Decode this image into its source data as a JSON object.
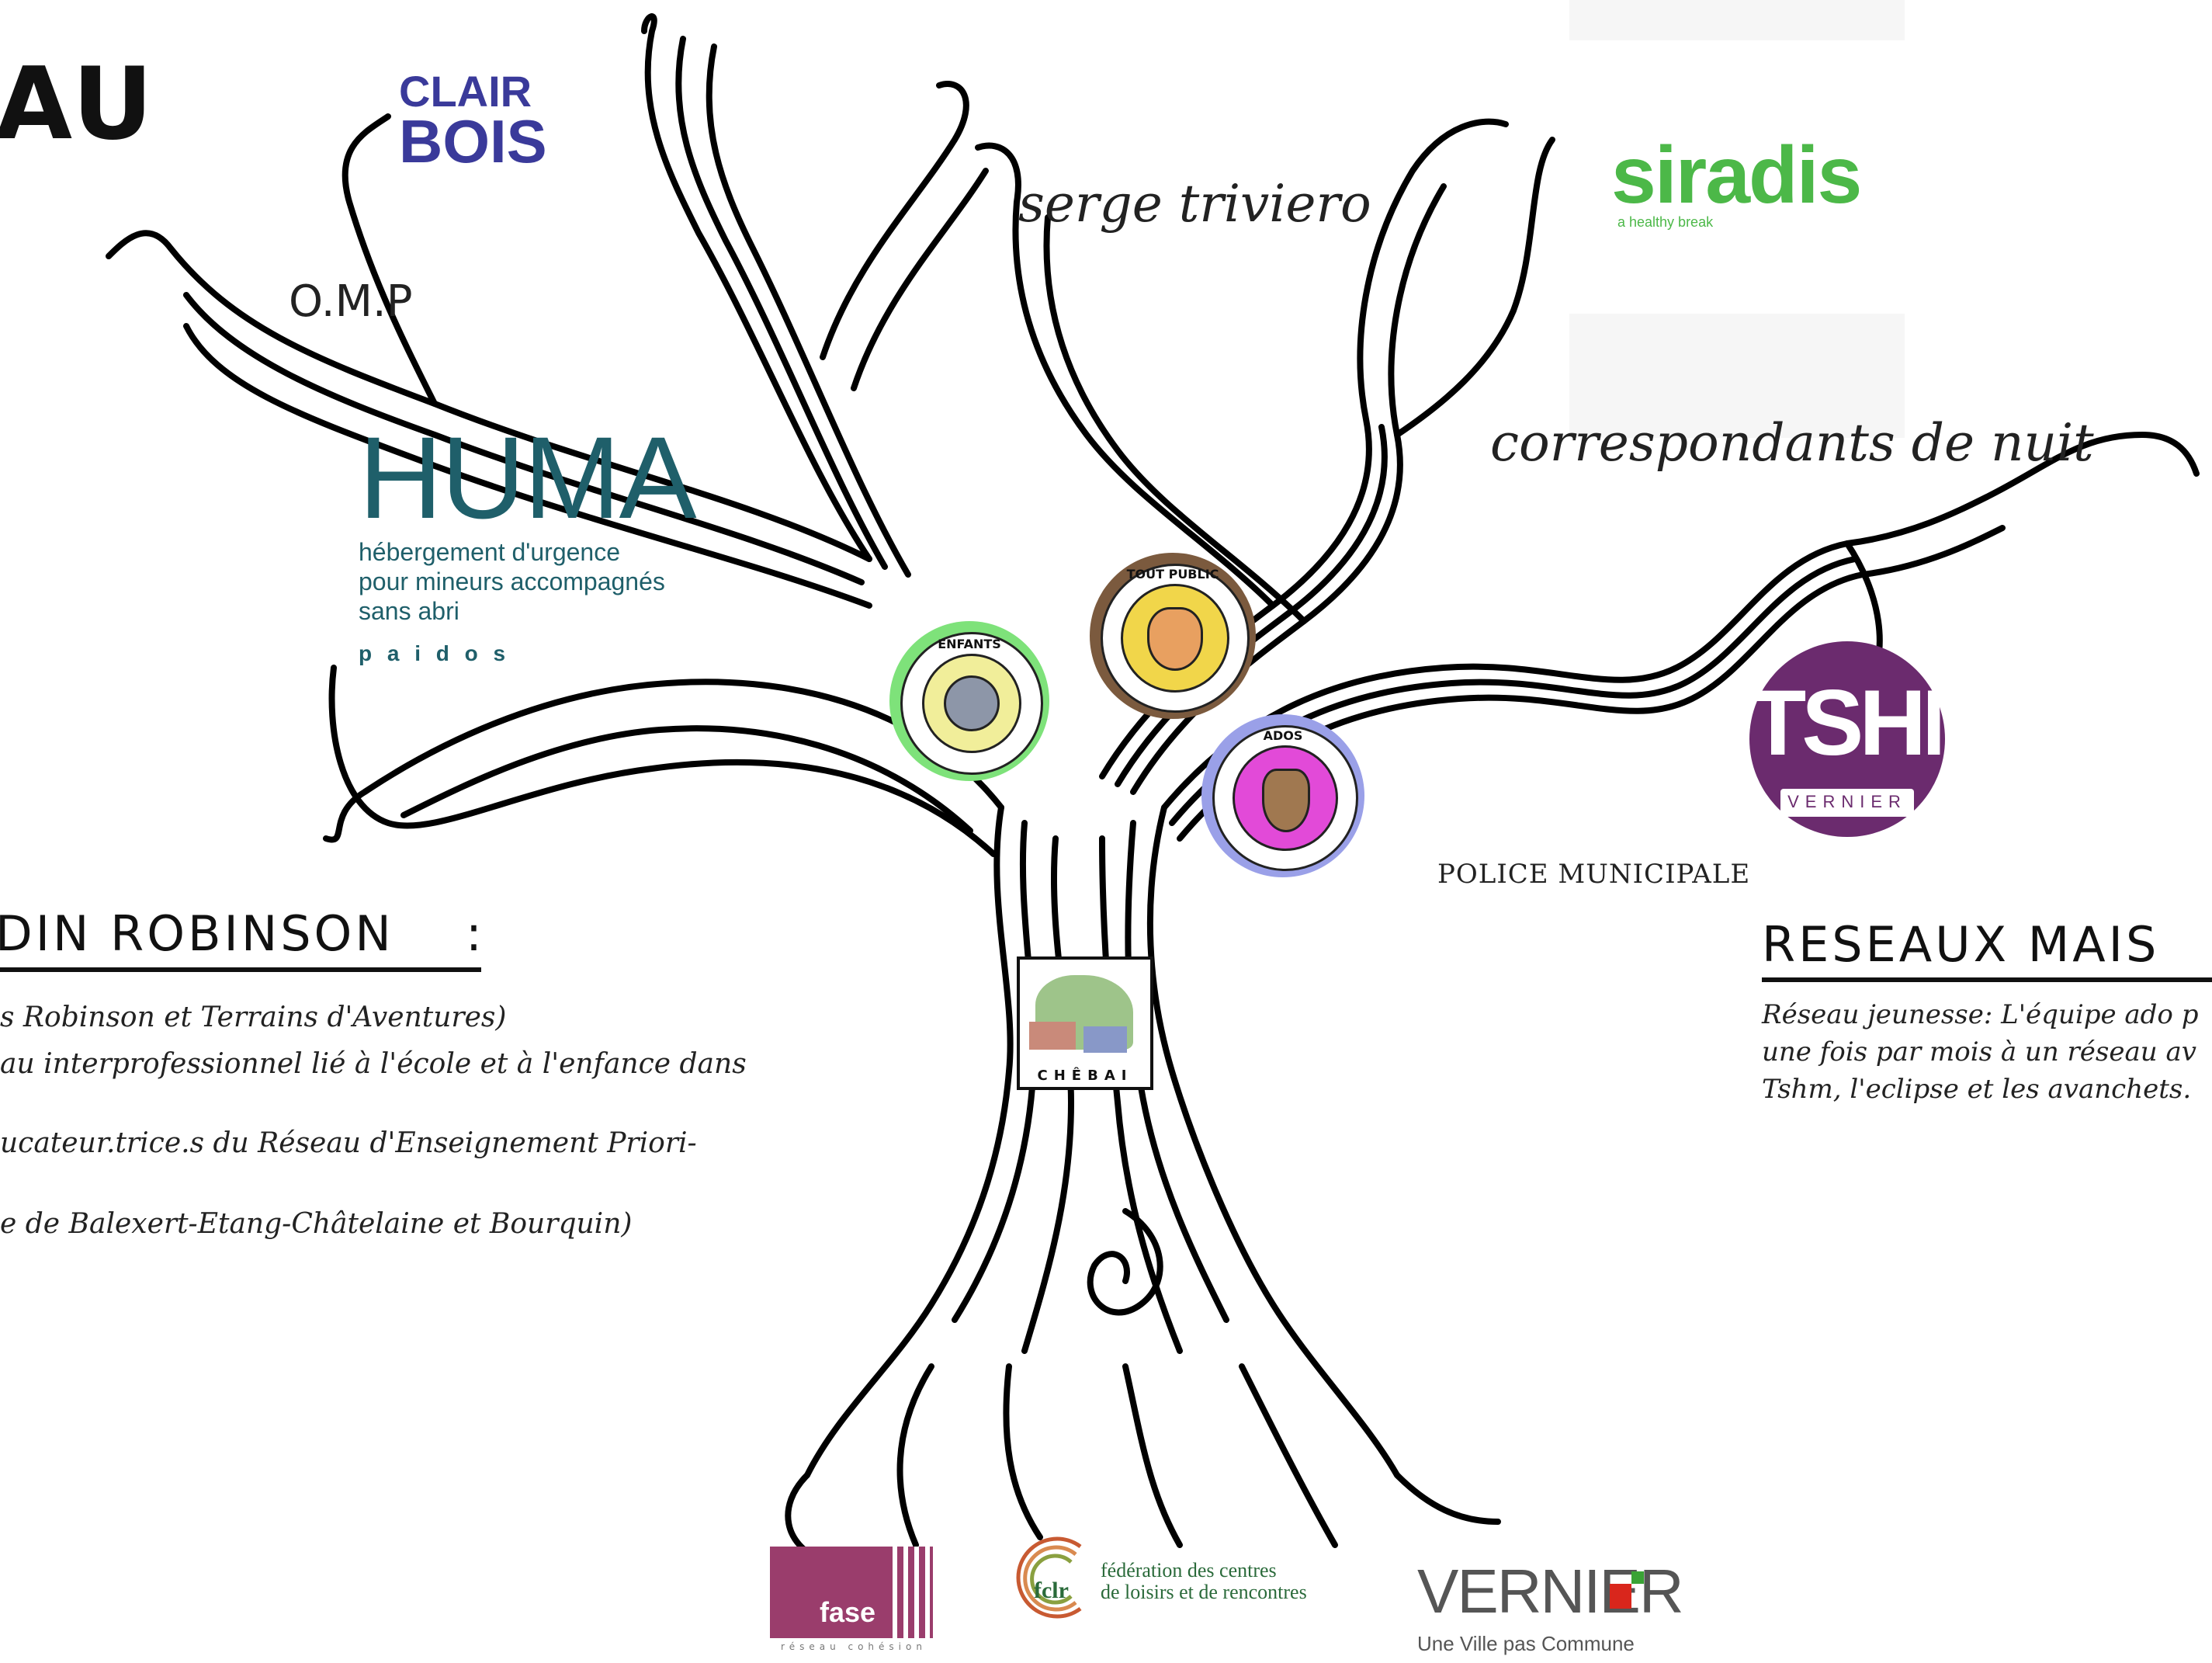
{
  "header": {
    "corner_title": "AU"
  },
  "branch_labels": {
    "omp": "O.M.P",
    "serge": "serge triviero",
    "correspondants": "correspondants de nuit",
    "police": "POLICE MUNICIPALE"
  },
  "logos": {
    "clairbois_line1": "CLAIR",
    "clairbois_line2": "BOIS",
    "siradis_name": "siradis",
    "siradis_tagline": "a healthy break",
    "huma_name": "HUMA",
    "huma_line1": "hébergement d'urgence",
    "huma_line2": "pour mineurs accompagnés",
    "huma_line3": "sans abri",
    "paidos": "p a i d o s",
    "tshm_name": "TSHM",
    "tshm_sub": "VERNIER",
    "fase_name": "fase",
    "fase_sub": "réseau cohésion",
    "fclr_abbr": "fclr",
    "fclr_line1": "fédération des centres",
    "fclr_line2": "de loisirs et de rencontres",
    "vernier_name": "VERNIER",
    "vernier_tagline": "Une Ville pas Commune",
    "chebai": "CHÊBAI"
  },
  "badges": {
    "enfants": "ENFANTS",
    "tout_public": "TOUT PUBLIC",
    "ados": "ADOS"
  },
  "left_section": {
    "heading": "DIN ROBINSON",
    "colon": ":",
    "lines": [
      "s Robinson et Terrains d'Aventures)",
      "au interprofessionnel lié à l'école et à l'enfance dans",
      "ucateur.trice.s du Réseau d'Enseignement Priori-",
      "e de Balexert-Etang-Châtelaine et Bourquin)"
    ]
  },
  "right_section": {
    "heading": "RESEAUX MAIS",
    "lines": [
      "Réseau jeunesse: L'équipe ado p",
      "une fois par mois à un réseau av",
      "Tshm, l'eclipse et les avanchets."
    ]
  },
  "colors": {
    "clairbois_blue": "#3a3a9a",
    "siradis_green": "#4cb848",
    "huma_teal": "#1f5f6a",
    "tshm_purple": "#6b2b6e",
    "fase_purple": "#9a3d6c",
    "vernier_red": "#d9261c",
    "vernier_green": "#3aa335",
    "enfants_ring": "#7ee27a",
    "tout_public_ring": "#7b5a3e",
    "ados_ring": "#9aa0e8"
  }
}
